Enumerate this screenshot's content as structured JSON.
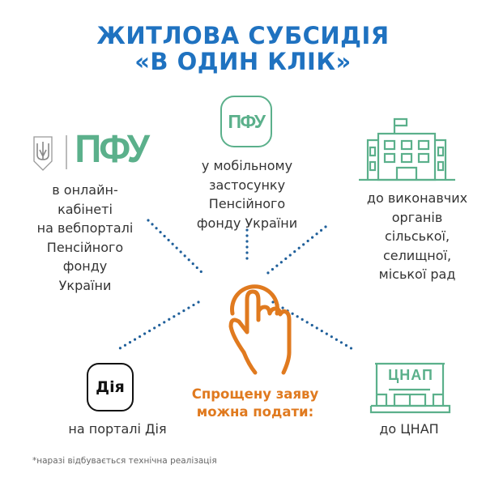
{
  "title": {
    "line1": "ЖИТЛОВА СУБСИДІЯ",
    "line2": "«В ОДИН КЛІК»"
  },
  "center": {
    "line1": "Спрощену заяву",
    "line2": "можна подати:"
  },
  "channels": [
    {
      "logo": "ПФУ",
      "lines": [
        "в онлайн-",
        "кабінеті",
        "на вебпорталі",
        "Пенсійного",
        "фонду",
        "України"
      ]
    },
    {
      "logo": "ПФУ",
      "lines": [
        "у мобільному",
        "застосунку",
        "Пенсійного",
        "фонду України"
      ]
    },
    {
      "lines": [
        "до виконавчих",
        "органів",
        "сільської,",
        "селищної,",
        "міської рад"
      ]
    },
    {
      "logo": "Дія",
      "lines": [
        "на порталі Дія"
      ]
    },
    {
      "logo": "ЦНАП",
      "lines": [
        "до ЦНАП"
      ]
    }
  ],
  "footnote": "*наразі відбувається технічна реалізація",
  "colors": {
    "title": "#1f72c0",
    "accent": "#e07a1f",
    "green": "#5bb08b",
    "dots": "#1f5f9a"
  }
}
